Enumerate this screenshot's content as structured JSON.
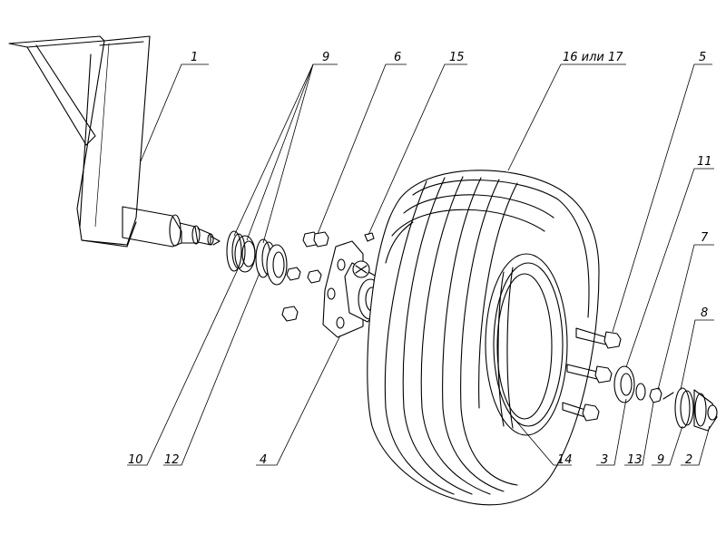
{
  "callouts": {
    "c1": "1",
    "c9_top": "9",
    "c6": "6",
    "c15": "15",
    "c16": "16 или 17",
    "c5": "5",
    "c11": "11",
    "c7": "7",
    "c8": "8",
    "c10": "10",
    "c12": "12",
    "c4": "4",
    "c14": "14",
    "c3": "3",
    "c13": "13",
    "c9_bottom": "9",
    "c2": "2"
  }
}
